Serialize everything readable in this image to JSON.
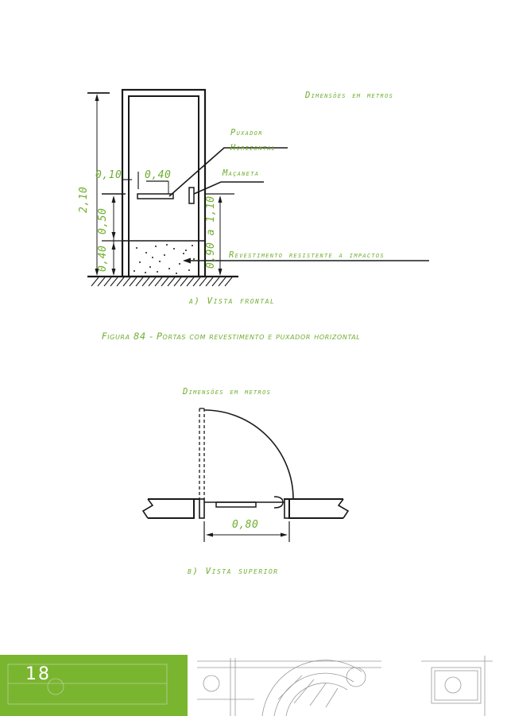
{
  "colors": {
    "accent": "#6fae2e",
    "footer": "#7ab52f",
    "line": "#1a1a1a"
  },
  "front_view": {
    "units_note": "Dimensões em metros",
    "label_handle_1": "Puxador",
    "label_handle_2": "Horizontal",
    "label_knob": "Maçaneta",
    "label_coating": "Revestimento resistente a impactos",
    "dim_total_height": "2,10",
    "dim_offset": "0,10",
    "dim_handle_width": "0,40",
    "dim_handle_gap": "0,50",
    "dim_coating_height": "0,40",
    "dim_knob_height": "0,90 a 1,10",
    "caption": "a) Vista frontal"
  },
  "figure_caption": "Figura 84 - Portas com revestimento e puxador horizontal",
  "top_view": {
    "units_note": "Dimensões em metros",
    "dim_width": "0,80",
    "caption": "b) Vista superior"
  },
  "footer": {
    "page_number": "18"
  }
}
